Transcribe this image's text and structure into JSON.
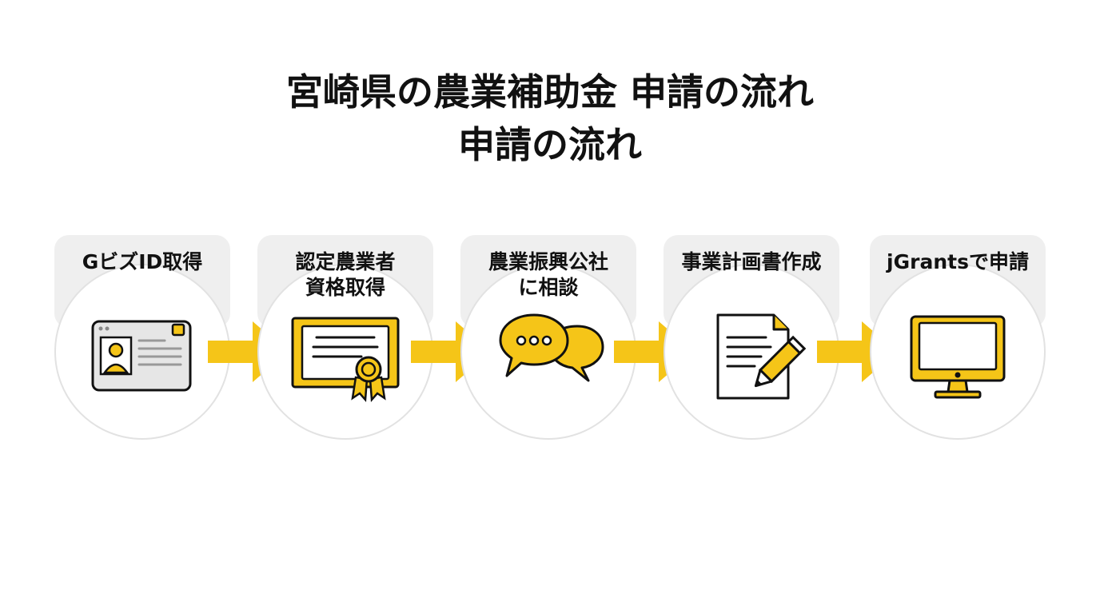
{
  "title": {
    "line1": "宮崎県の農業補助金 申請の流れ",
    "line2": "申請の流れ"
  },
  "steps": [
    {
      "lines": [
        "GビズID取得"
      ],
      "icon": "id-card-icon"
    },
    {
      "lines": [
        "認定農業者",
        "資格取得"
      ],
      "icon": "certificate-icon"
    },
    {
      "lines": [
        "農業振興公社",
        "に相談"
      ],
      "icon": "chat-bubbles-icon"
    },
    {
      "lines": [
        "事業計画書作成"
      ],
      "icon": "document-pencil-icon"
    },
    {
      "lines": [
        "jGrantsで申請"
      ],
      "icon": "monitor-icon"
    }
  ],
  "colors": {
    "accent": "#F5C518",
    "outline": "#111111",
    "panel": "#EFEFEF",
    "ring": "#E2E2E2"
  }
}
